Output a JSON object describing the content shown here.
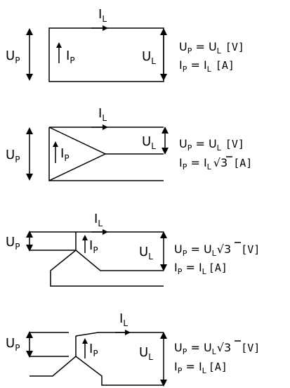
{
  "symbols": {
    "U": "U",
    "I": "I",
    "P": "P",
    "L": "L",
    "sqrt3": "3"
  },
  "units": {
    "volt": "[V]",
    "amp": "[A]"
  },
  "diagrams": [
    {
      "id": "d1",
      "eq1": {
        "lhs": "U",
        "lhs_sub": "P",
        "rhs": "U",
        "rhs_sub": "L",
        "has_sqrt3": false,
        "unit": "[V]"
      },
      "eq2": {
        "lhs": "I",
        "lhs_sub": "P",
        "rhs": "I",
        "rhs_sub": "L",
        "has_sqrt3": false,
        "unit": "[A]"
      }
    },
    {
      "id": "d2",
      "eq1": {
        "lhs": "U",
        "lhs_sub": "P",
        "rhs": "U",
        "rhs_sub": "L",
        "has_sqrt3": false,
        "unit": "[V]"
      },
      "eq2": {
        "lhs": "I",
        "lhs_sub": "P",
        "rhs": "I",
        "rhs_sub": "L",
        "has_sqrt3": true,
        "unit": "[A]"
      }
    },
    {
      "id": "d3",
      "eq1": {
        "lhs": "U",
        "lhs_sub": "P",
        "rhs": "U",
        "rhs_sub": "L",
        "has_sqrt3": true,
        "unit": "[V]"
      },
      "eq2": {
        "lhs": "I",
        "lhs_sub": "P",
        "rhs": "I",
        "rhs_sub": "L",
        "has_sqrt3": false,
        "unit": "[A]"
      }
    },
    {
      "id": "d4",
      "eq1": {
        "lhs": "U",
        "lhs_sub": "P",
        "rhs": "U",
        "rhs_sub": "L",
        "has_sqrt3": true,
        "unit": "[V]"
      },
      "eq2": {
        "lhs": "I",
        "lhs_sub": "P",
        "rhs": "I",
        "rhs_sub": "L",
        "has_sqrt3": false,
        "unit": "[A]"
      }
    }
  ]
}
